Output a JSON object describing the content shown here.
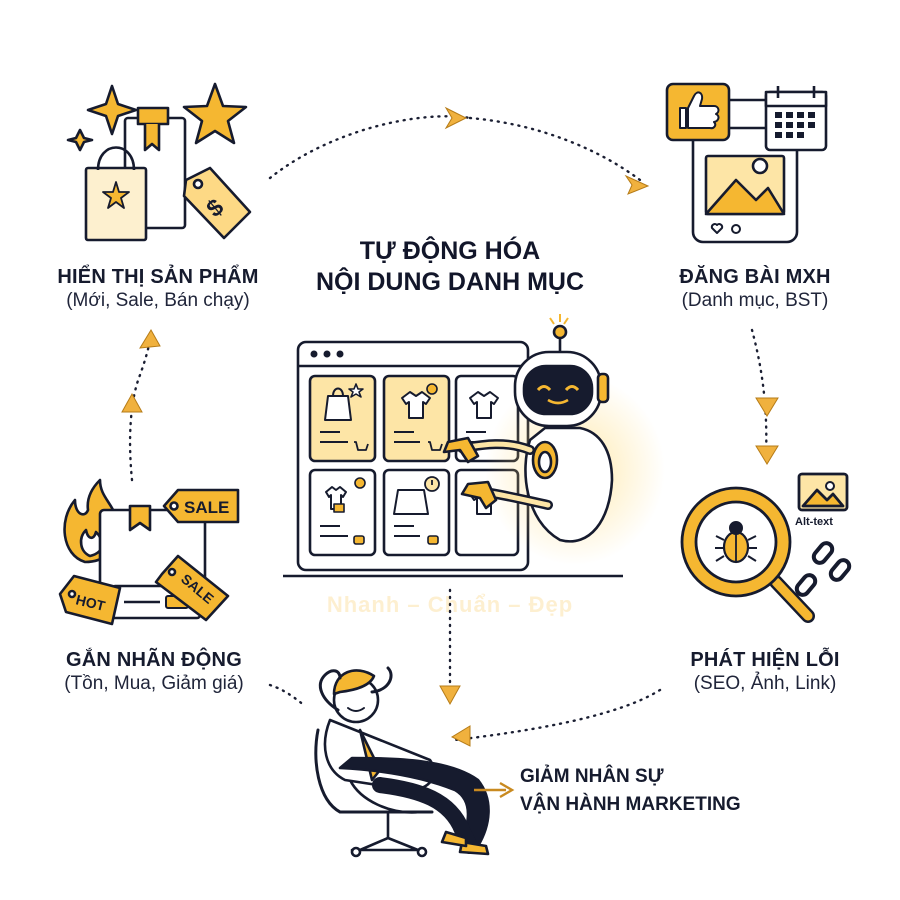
{
  "center": {
    "title_line1": "TỰ ĐỘNG HÓA",
    "title_line2": "NỘI DUNG DANH MỤC",
    "watermark": "Nhanh – Chuẩn – Đẹp"
  },
  "steps": {
    "show_products": {
      "title": "HIỂN THỊ SẢN PHẨM",
      "subtitle": "(Mới, Sale, Bán chạy)"
    },
    "social_post": {
      "title": "ĐĂNG BÀI MXH",
      "subtitle": "(Danh mục, BST)"
    },
    "detect_errors": {
      "title": "PHÁT HIỆN LỖI",
      "subtitle": "(SEO, Ảnh, Link)",
      "alt_text": "Alt-text"
    },
    "dynamic_tags": {
      "title": "GẮN NHÃN ĐỘNG",
      "subtitle": "(Tồn, Mua, Giảm giá)",
      "tag_sale": "SALE",
      "tag_hot": "HOT"
    }
  },
  "result": {
    "line1": "GIẢM NHÂN SỰ",
    "line2": "VẬN HÀNH MARKETING"
  },
  "colors": {
    "accent": "#f5b731",
    "accent_light": "#fde5a6",
    "accent_pale": "#fdf0cf",
    "ink": "#161b2e"
  }
}
